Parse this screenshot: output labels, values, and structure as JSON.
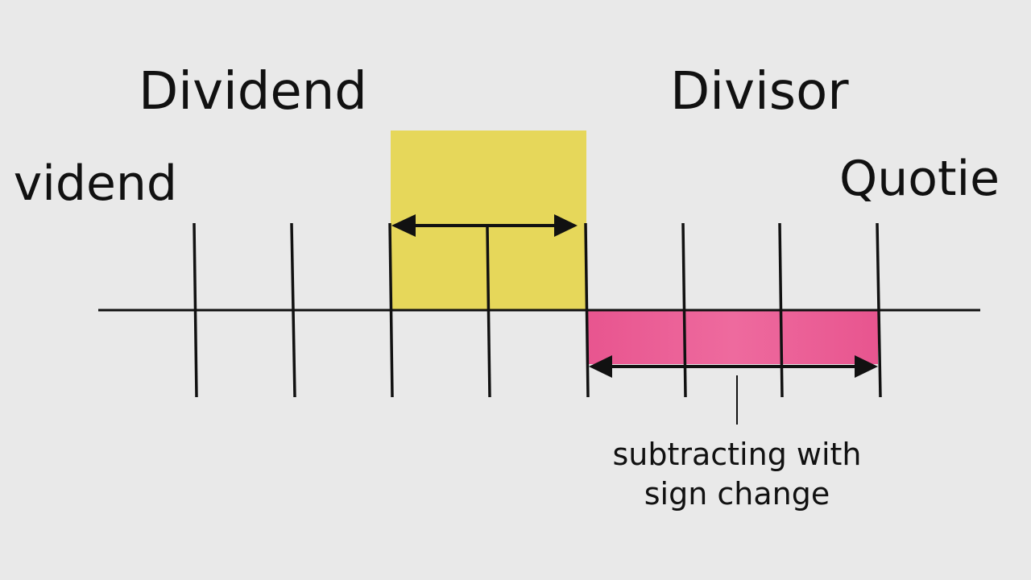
{
  "labels": {
    "dividend_top": "Dividend",
    "divisor": "Divisor",
    "dividend_left": "vidend",
    "quotient": "Quotie"
  },
  "annotation": {
    "line1": "subtracting with",
    "line2": "sign change"
  },
  "colors": {
    "background": "#e9e9e9",
    "ink": "#111111",
    "yellow_region": "#e6d75a",
    "pink_region": "#ea5c95"
  },
  "regions": [
    {
      "name": "yellow-interval",
      "color": "#e6d75a"
    },
    {
      "name": "pink-interval",
      "color": "#ea5c95"
    }
  ],
  "number_line": {
    "tick_count": 8
  }
}
